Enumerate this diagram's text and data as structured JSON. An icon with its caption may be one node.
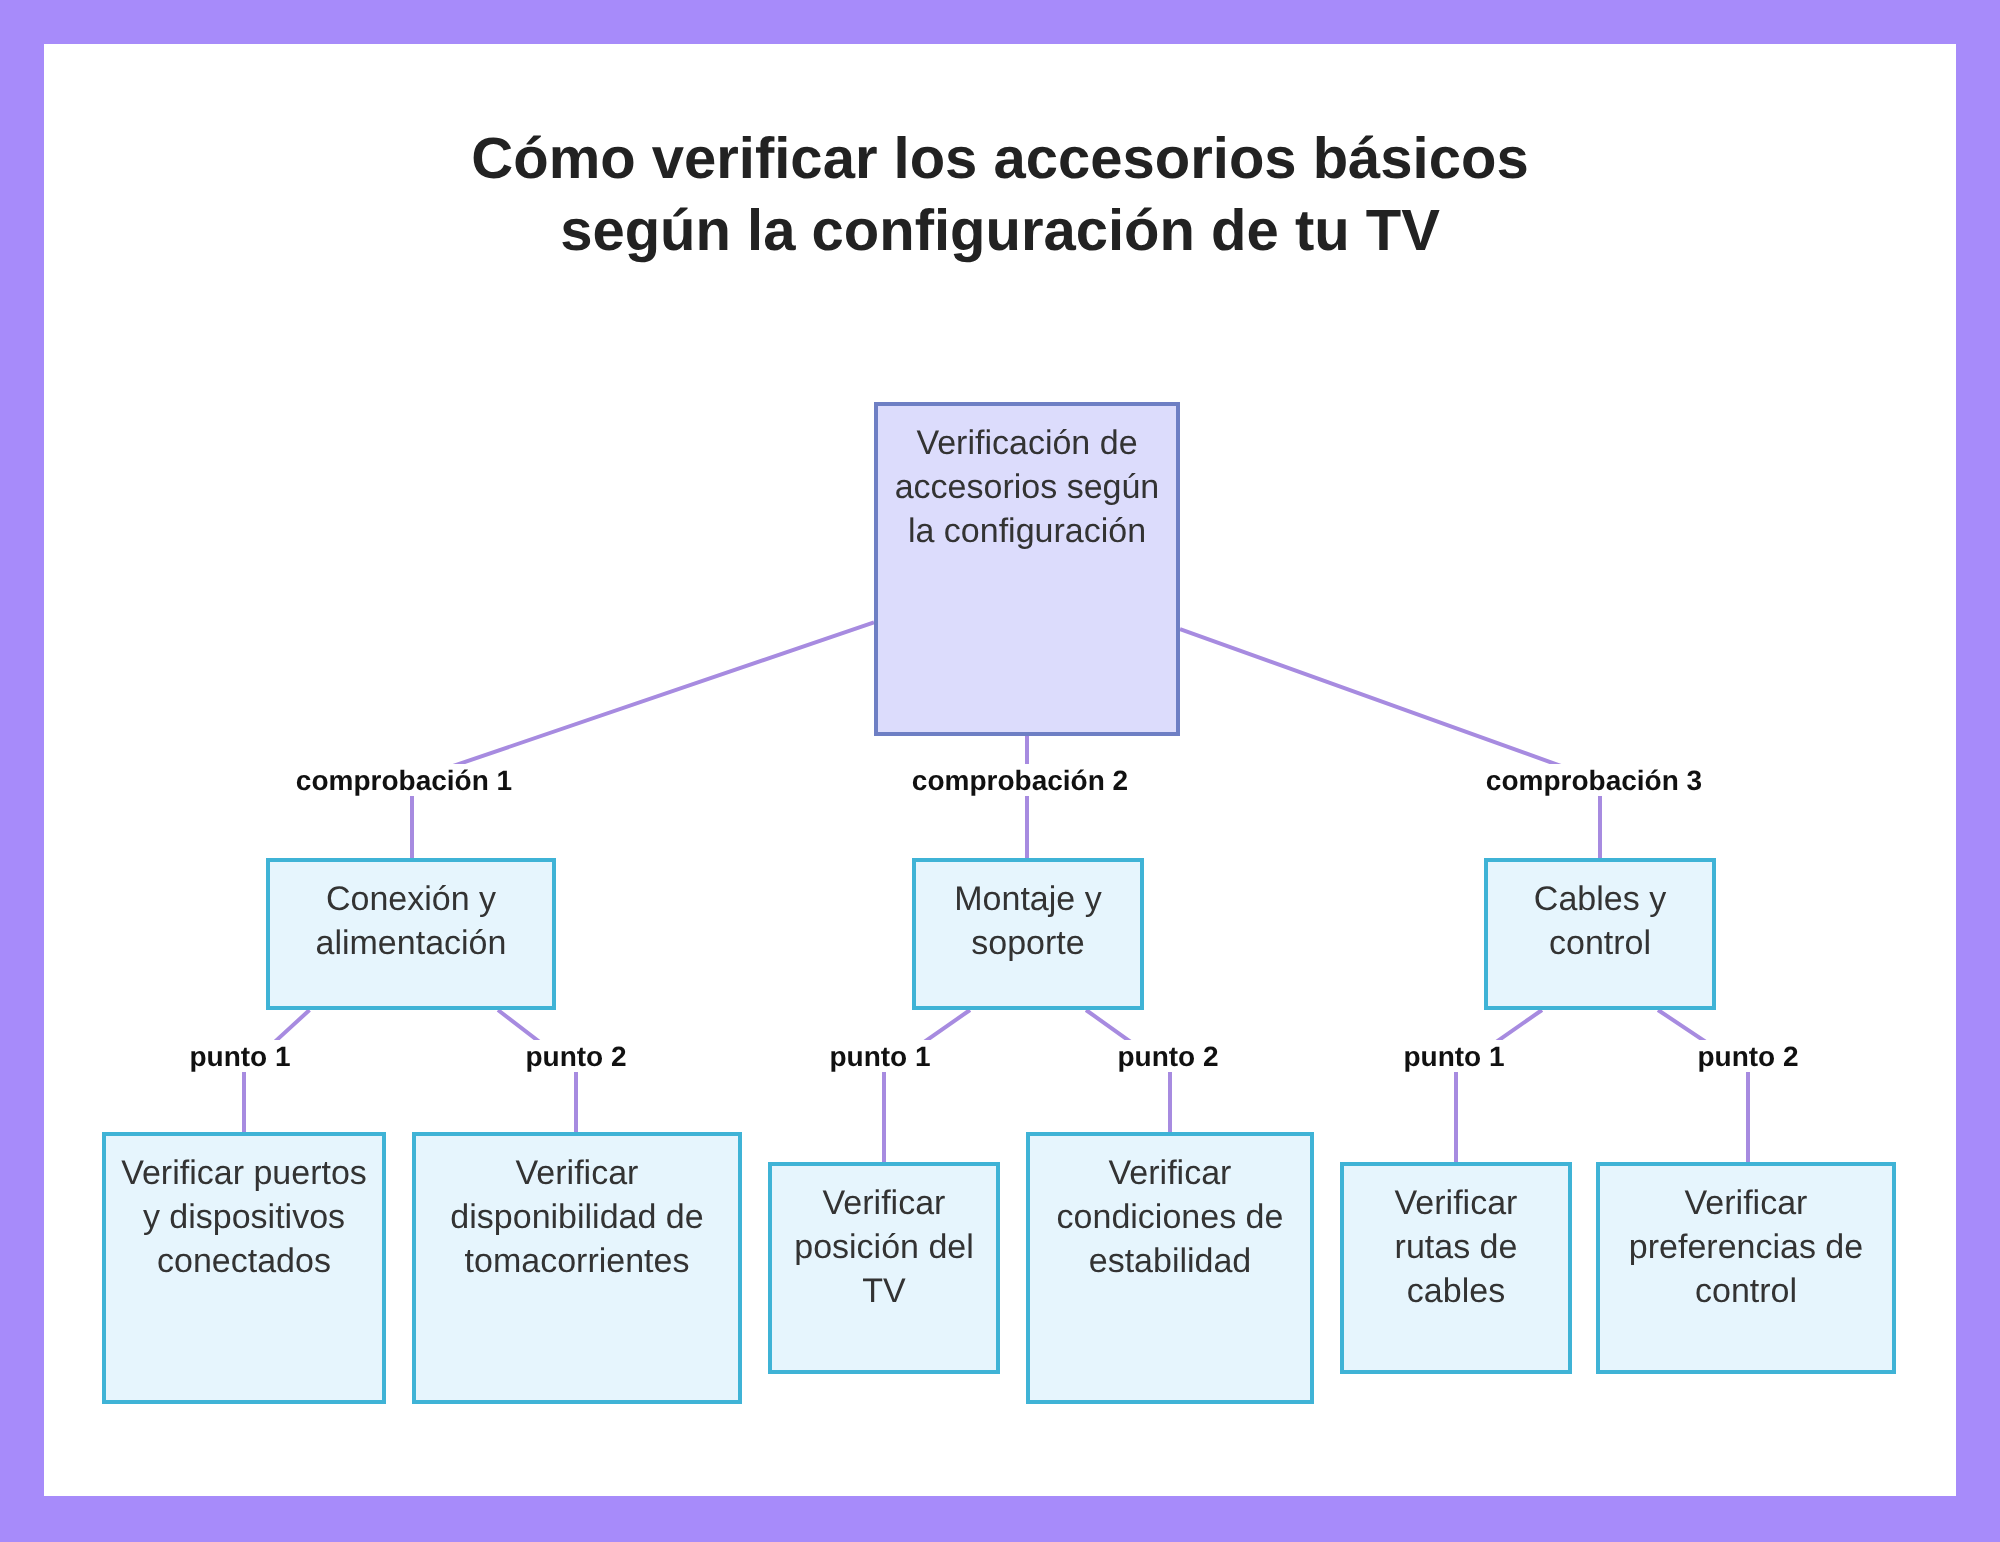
{
  "diagram": {
    "title": "Cómo verificar los accesorios básicos según la configuración de tu TV",
    "nodes": [
      {
        "text": [
          "Verificación de accesorios según la configuración"
        ]
      },
      {
        "text": [
          "Conexión y alimentación"
        ]
      },
      {
        "text": [
          "Montaje y soporte"
        ]
      },
      {
        "text": [
          "Cables y control"
        ]
      },
      {
        "text": [
          "Verificar puertos y dispositivos conectados"
        ]
      },
      {
        "text": [
          "Verificar disponibilidad de tomacorrientes"
        ]
      },
      {
        "text": [
          "Verificar posición del TV"
        ]
      },
      {
        "text": [
          "Verificar condiciones de estabilidad"
        ]
      },
      {
        "text": [
          "Verificar rutas de cables"
        ]
      },
      {
        "text": [
          "Verificar preferencias de control"
        ]
      }
    ],
    "edges": [
      {
        "from": 0,
        "to": 1,
        "arrow": "none",
        "label": "comprobación 1"
      },
      {
        "from": 0,
        "to": 2,
        "arrow": "none",
        "label": "comprobación 2"
      },
      {
        "from": 0,
        "to": 3,
        "arrow": "none",
        "label": "comprobación 3"
      },
      {
        "from": 1,
        "to": 4,
        "arrow": "none",
        "label": "punto 1"
      },
      {
        "from": 1,
        "to": 5,
        "arrow": "none",
        "label": "punto 2"
      },
      {
        "from": 2,
        "to": 6,
        "arrow": "none",
        "label": "punto 1"
      },
      {
        "from": 2,
        "to": 7,
        "arrow": "none",
        "label": "punto 2"
      },
      {
        "from": 3,
        "to": 8,
        "arrow": "none",
        "label": "punto 1"
      },
      {
        "from": 3,
        "to": 9,
        "arrow": "none",
        "label": "punto 2"
      }
    ]
  }
}
